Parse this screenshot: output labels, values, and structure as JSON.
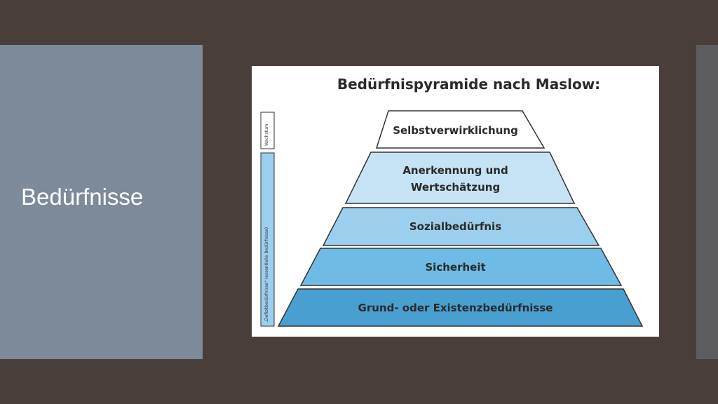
{
  "slide": {
    "title": "Bedürfnisse"
  },
  "figure": {
    "title": "Bedürfnispyramide nach Maslow:",
    "side_labels": {
      "growth": "Wachstum",
      "deficit": "„Defizitbedürfnisse\" (essentielle Bedürfnisse)"
    },
    "tiers": [
      {
        "label_lines": [
          "Selbstverwirklichung"
        ],
        "color": "#ffffff"
      },
      {
        "label_lines": [
          "Anerkennung und",
          "Wertschätzung"
        ],
        "color": "#c5e3f5"
      },
      {
        "label_lines": [
          "Sozialbedürfnis"
        ],
        "color": "#9ccfee"
      },
      {
        "label_lines": [
          "Sicherheit"
        ],
        "color": "#6fbbe6"
      },
      {
        "label_lines": [
          "Grund- oder Existenzbedürfnisse"
        ],
        "color": "#4a9fd1"
      }
    ]
  },
  "colors": {
    "background": "#4a3e3a",
    "panel": "#7d8a99",
    "strip": "#5d5d60"
  }
}
